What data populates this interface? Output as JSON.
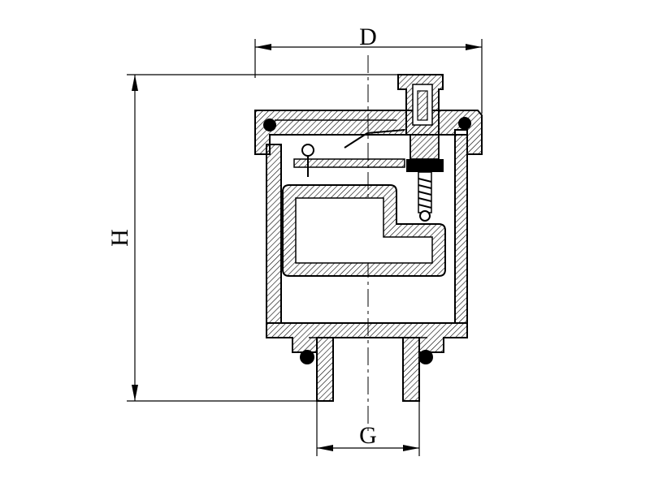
{
  "diagram": {
    "dimension_labels": {
      "D": "D",
      "H": "H",
      "G": "G"
    },
    "colors": {
      "line": "#000000",
      "background": "#ffffff",
      "hatch": "#000000"
    }
  }
}
